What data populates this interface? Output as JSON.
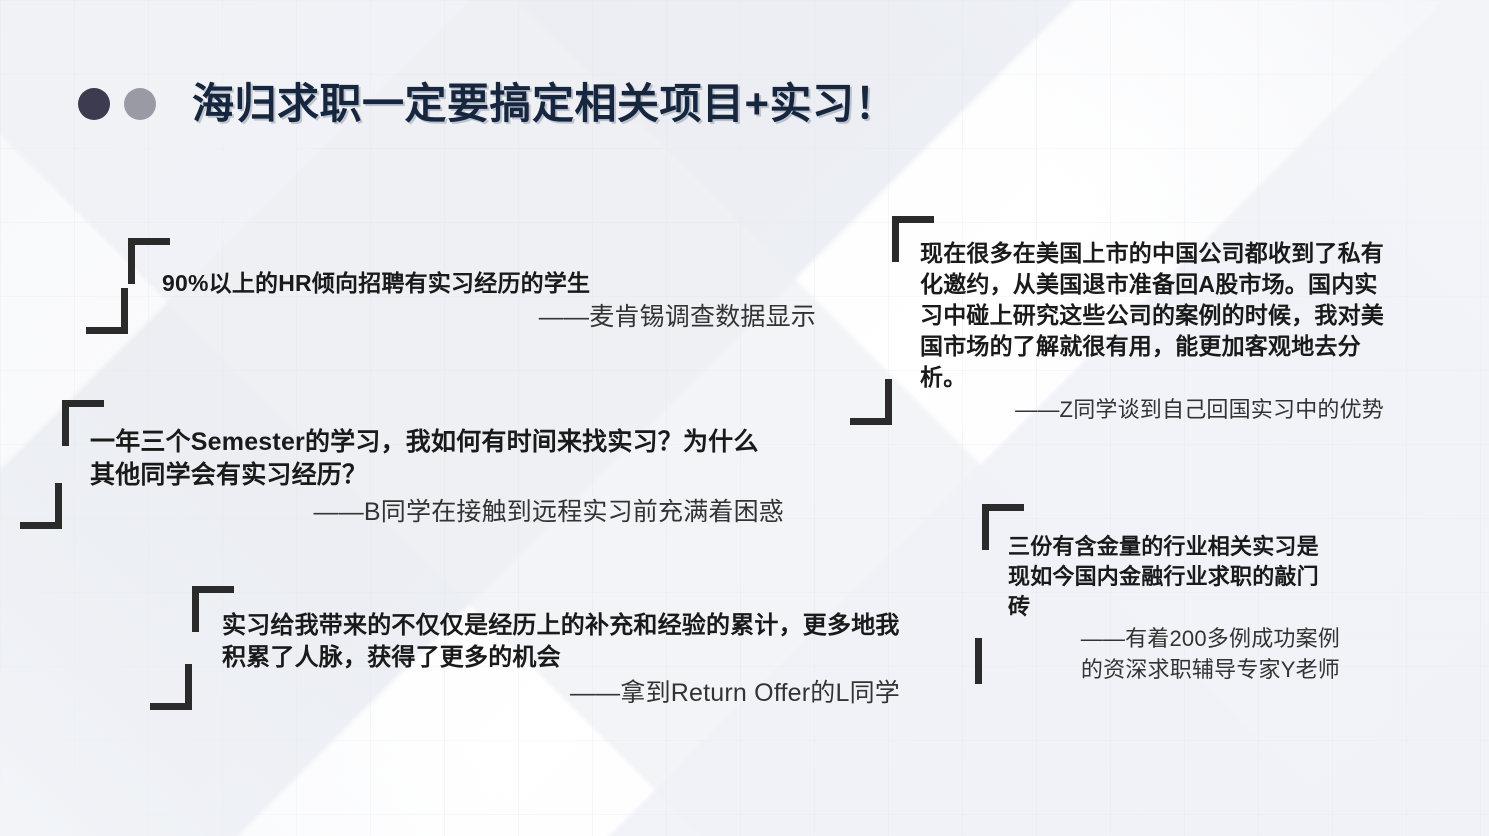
{
  "header": {
    "title": "海归求职一定要搞定相关项目+实习！",
    "dots": [
      {
        "name": "dot-dark",
        "color": "#3c3b50"
      },
      {
        "name": "dot-gray",
        "color": "#9a9aa4"
      }
    ],
    "title_color": "#16263f"
  },
  "quotes": [
    {
      "id": "hr",
      "body": "90%以上的HR倾向招聘有实习经历的学生",
      "attribution": "——麦肯锡调查数据显示"
    },
    {
      "id": "semester",
      "body": "一年三个Semester的学习，我如何有时间来找实习？为什么其他同学会有实习经历？",
      "attribution": "——B同学在接触到远程实习前充满着困惑"
    },
    {
      "id": "offer",
      "body": "实习给我带来的不仅仅是经历上的补充和经验的累计，更多地我积累了人脉，获得了更多的机会",
      "attribution": "——拿到Return Offer的L同学"
    },
    {
      "id": "usmarket",
      "body": "现在很多在美国上市的中国公司都收到了私有化邀约，从美国退市准备回A股市场。国内实习中碰上研究这些公司的案例的时候，我对美国市场的了解就很有用，能更加客观地去分析。",
      "attribution": "——Z同学谈到自己回国实习中的优势"
    },
    {
      "id": "internships",
      "body": "三份有含金量的行业相关实习是现如今国内金融行业求职的敲门砖",
      "attribution_line1": "——有着200多例成功案例",
      "attribution_line2": "的资深求职辅导专家Y老师"
    }
  ],
  "theme": {
    "bracket_color": "#2b2b2b",
    "body_text_color": "#1a1a1a",
    "attribution_text_color": "#333333",
    "background_color": "#fcfcfd"
  }
}
